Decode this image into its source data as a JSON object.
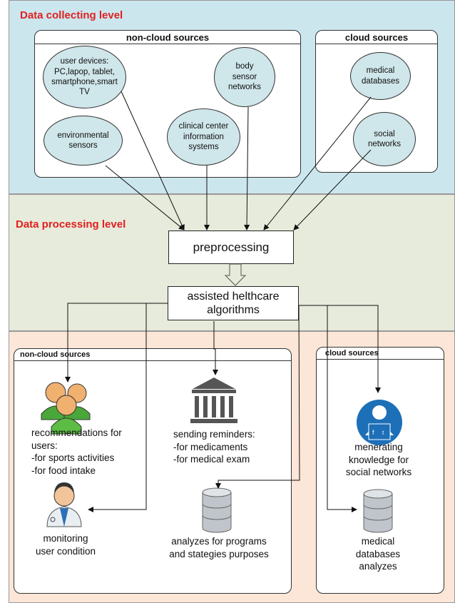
{
  "levels": {
    "collecting": {
      "title": "Data collecting level"
    },
    "processing": {
      "title": "Data processing level"
    }
  },
  "collecting": {
    "noncloud_title": "non-cloud sources",
    "cloud_title": "cloud sources",
    "nodes": {
      "user_devices": "user devices:\nPC,lapop, tablet,\nsmartphone,smart\nTV",
      "body_sensor": "body\nsensor\nnetworks",
      "environmental": "environmental\nsensors",
      "clinical": "clinical center\ninformation\nsystems",
      "medical_db": "medical\ndatabases",
      "social": "social\nnetworks"
    }
  },
  "processing": {
    "preprocessing": "preprocessing",
    "algorithms": "assisted helthcare\nalgorithms"
  },
  "output": {
    "noncloud_title": "non-cloud sources",
    "cloud_title": "cloud sources",
    "recommendations": "recommendations for\nusers:\n-for sports activities\n-for food intake",
    "reminders": "sending reminders:\n-for medicaments\n-for medical exam",
    "knowledge": "menerating\nknowledge for\nsocial networks",
    "monitoring": "monitoring\nuser condition",
    "analyzes": "analyzes for programs\nand stategies purposes",
    "medical_analyzes": "medical\ndatabases\nanalyzes"
  },
  "colors": {
    "collecting_bg": "#cce6ee",
    "processing_bg": "#e7ebdb",
    "output_bg": "#fbe6d7",
    "node_fill": "#cfe6ea",
    "title_red": "#e02020"
  }
}
